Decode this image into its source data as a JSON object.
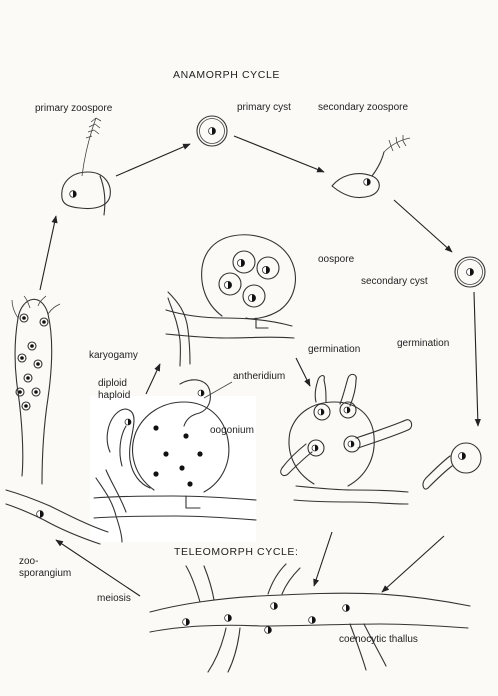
{
  "diagram": {
    "cycles": {
      "anamorph": "ANAMORPH CYCLE",
      "teleomorph": "TELEOMORPH CYCLE:"
    },
    "labels": {
      "primary_zoospore": "primary zoospore",
      "primary_cyst": "primary cyst",
      "secondary_zoospore": "secondary zoospore",
      "secondary_cyst": "secondary cyst",
      "oospore": "oospore",
      "germination_left": "germination",
      "germination_right": "germination",
      "karyogamy": "karyogamy",
      "diploid": "diploid",
      "haploid": "haploid",
      "antheridium": "antheridium",
      "oogonium": "oogonium",
      "zoosporangium_1": "zoo-",
      "zoosporangium_2": "sporangium",
      "meiosis": "meiosis",
      "coenocytic_thallus": "coenocytic thallus"
    }
  }
}
